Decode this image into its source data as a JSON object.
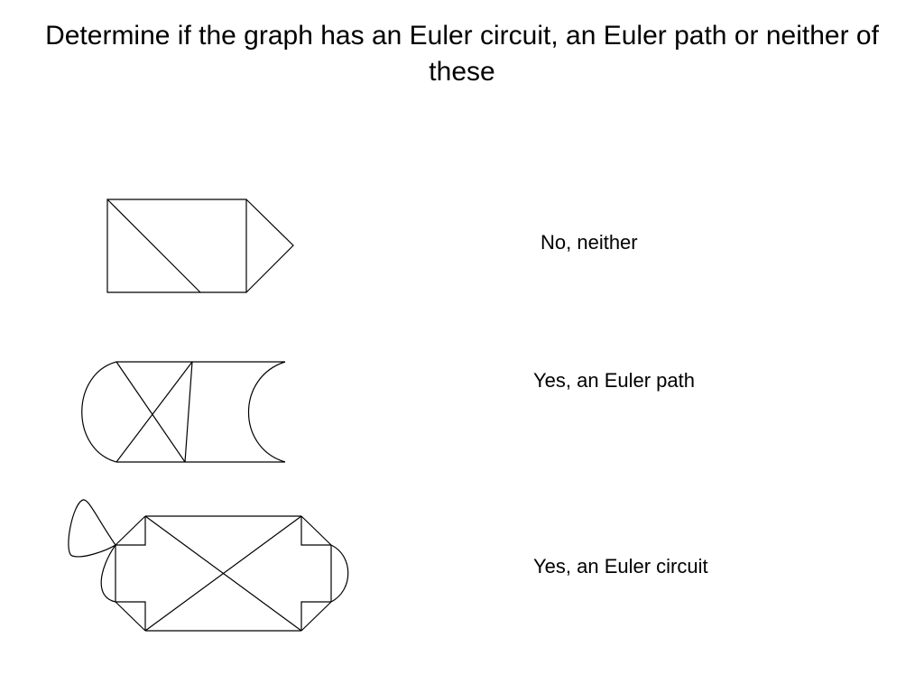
{
  "slide": {
    "title": "Determine if the graph has an Euler circuit, an Euler path or neither of these"
  },
  "graphs": [
    {
      "answer": "No, neither"
    },
    {
      "answer": "Yes, an Euler path"
    },
    {
      "answer": "Yes, an Euler circuit"
    }
  ],
  "colors": {
    "background": "#ffffff",
    "ink": "#000000"
  }
}
